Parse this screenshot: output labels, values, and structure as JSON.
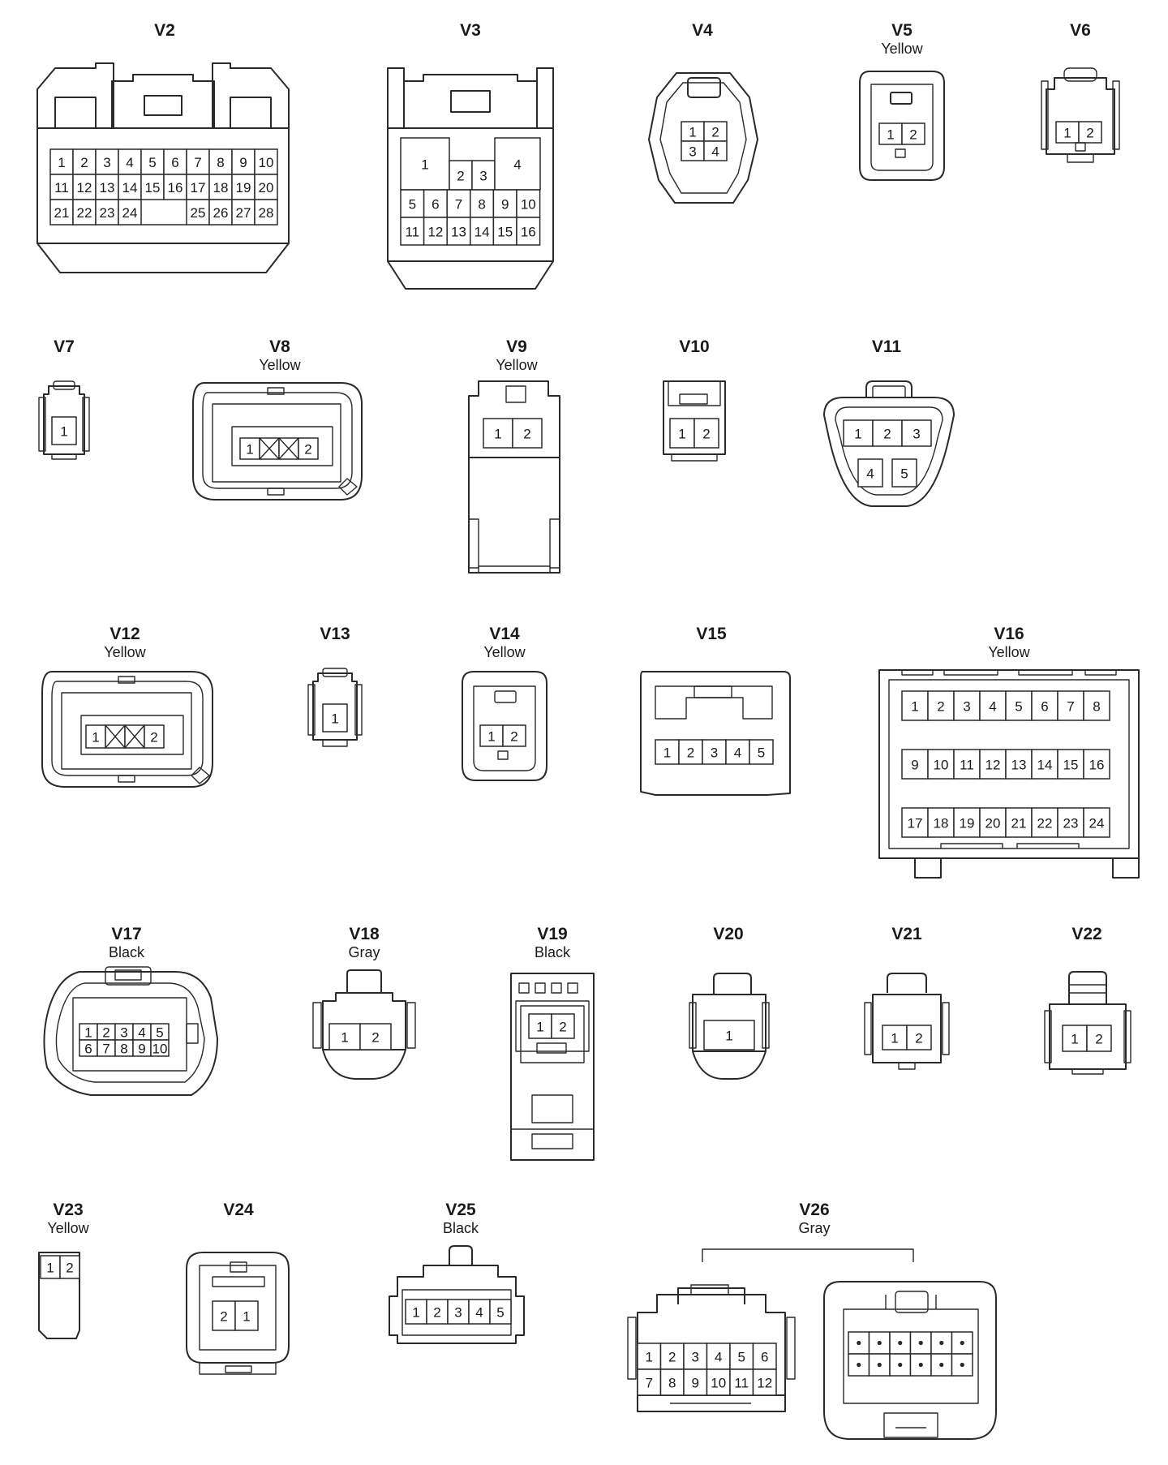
{
  "connectors": [
    {
      "id": "V2",
      "color": "",
      "pins": [
        "1",
        "2",
        "3",
        "4",
        "5",
        "6",
        "7",
        "8",
        "9",
        "10",
        "11",
        "12",
        "13",
        "14",
        "15",
        "16",
        "17",
        "18",
        "19",
        "20",
        "21",
        "22",
        "23",
        "24",
        "25",
        "26",
        "27",
        "28"
      ]
    },
    {
      "id": "V3",
      "color": "",
      "pins": [
        "1",
        "2",
        "3",
        "4",
        "5",
        "6",
        "7",
        "8",
        "9",
        "10",
        "11",
        "12",
        "13",
        "14",
        "15",
        "16"
      ]
    },
    {
      "id": "V4",
      "color": "",
      "pins": [
        "1",
        "2",
        "3",
        "4"
      ]
    },
    {
      "id": "V5",
      "color": "Yellow",
      "pins": [
        "1",
        "2"
      ]
    },
    {
      "id": "V6",
      "color": "",
      "pins": [
        "1",
        "2"
      ]
    },
    {
      "id": "V7",
      "color": "",
      "pins": [
        "1"
      ]
    },
    {
      "id": "V8",
      "color": "Yellow",
      "pins": [
        "1",
        "2"
      ]
    },
    {
      "id": "V9",
      "color": "Yellow",
      "pins": [
        "1",
        "2"
      ]
    },
    {
      "id": "V10",
      "color": "",
      "pins": [
        "1",
        "2"
      ]
    },
    {
      "id": "V11",
      "color": "",
      "pins": [
        "1",
        "2",
        "3",
        "4",
        "5"
      ]
    },
    {
      "id": "V12",
      "color": "Yellow",
      "pins": [
        "1",
        "2"
      ]
    },
    {
      "id": "V13",
      "color": "",
      "pins": [
        "1"
      ]
    },
    {
      "id": "V14",
      "color": "Yellow",
      "pins": [
        "1",
        "2"
      ]
    },
    {
      "id": "V15",
      "color": "",
      "pins": [
        "1",
        "2",
        "3",
        "4",
        "5"
      ]
    },
    {
      "id": "V16",
      "color": "Yellow",
      "pins": [
        "1",
        "2",
        "3",
        "4",
        "5",
        "6",
        "7",
        "8",
        "9",
        "10",
        "11",
        "12",
        "13",
        "14",
        "15",
        "16",
        "17",
        "18",
        "19",
        "20",
        "21",
        "22",
        "23",
        "24"
      ]
    },
    {
      "id": "V17",
      "color": "Black",
      "pins": [
        "1",
        "2",
        "3",
        "4",
        "5",
        "6",
        "7",
        "8",
        "9",
        "10"
      ]
    },
    {
      "id": "V18",
      "color": "Gray",
      "pins": [
        "1",
        "2"
      ]
    },
    {
      "id": "V19",
      "color": "Black",
      "pins": [
        "1",
        "2"
      ]
    },
    {
      "id": "V20",
      "color": "",
      "pins": [
        "1"
      ]
    },
    {
      "id": "V21",
      "color": "",
      "pins": [
        "1",
        "2"
      ]
    },
    {
      "id": "V22",
      "color": "",
      "pins": [
        "1",
        "2"
      ]
    },
    {
      "id": "V23",
      "color": "Yellow",
      "pins": [
        "1",
        "2"
      ]
    },
    {
      "id": "V24",
      "color": "",
      "pins": [
        "2",
        "1"
      ]
    },
    {
      "id": "V25",
      "color": "Black",
      "pins": [
        "1",
        "2",
        "3",
        "4",
        "5"
      ]
    },
    {
      "id": "V26",
      "color": "Gray",
      "pins": [
        "1",
        "2",
        "3",
        "4",
        "5",
        "6",
        "7",
        "8",
        "9",
        "10",
        "11",
        "12"
      ]
    }
  ]
}
